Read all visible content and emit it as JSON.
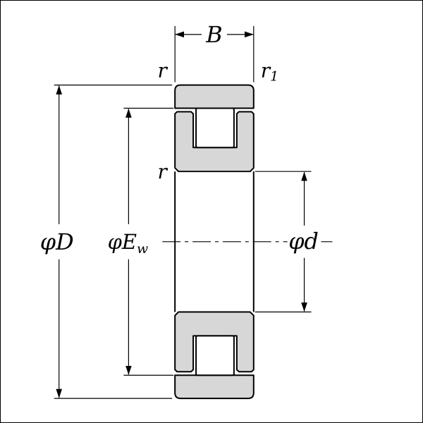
{
  "diagram": {
    "type": "cylindrical-roller-bearing-cross-section",
    "dimension_labels": {
      "width": "B",
      "outer_chamfer_left": "r",
      "outer_chamfer_right_main": "r",
      "outer_chamfer_right_sub": "1",
      "inner_chamfer": "r",
      "outer_diameter": "φD",
      "raceway_diameter_main": "φE",
      "raceway_diameter_sub": "w",
      "bore_diameter": "φd"
    },
    "colors": {
      "ring_fill": "#d7d7d7",
      "line_color": "#000000",
      "background": "#ffffff"
    }
  }
}
